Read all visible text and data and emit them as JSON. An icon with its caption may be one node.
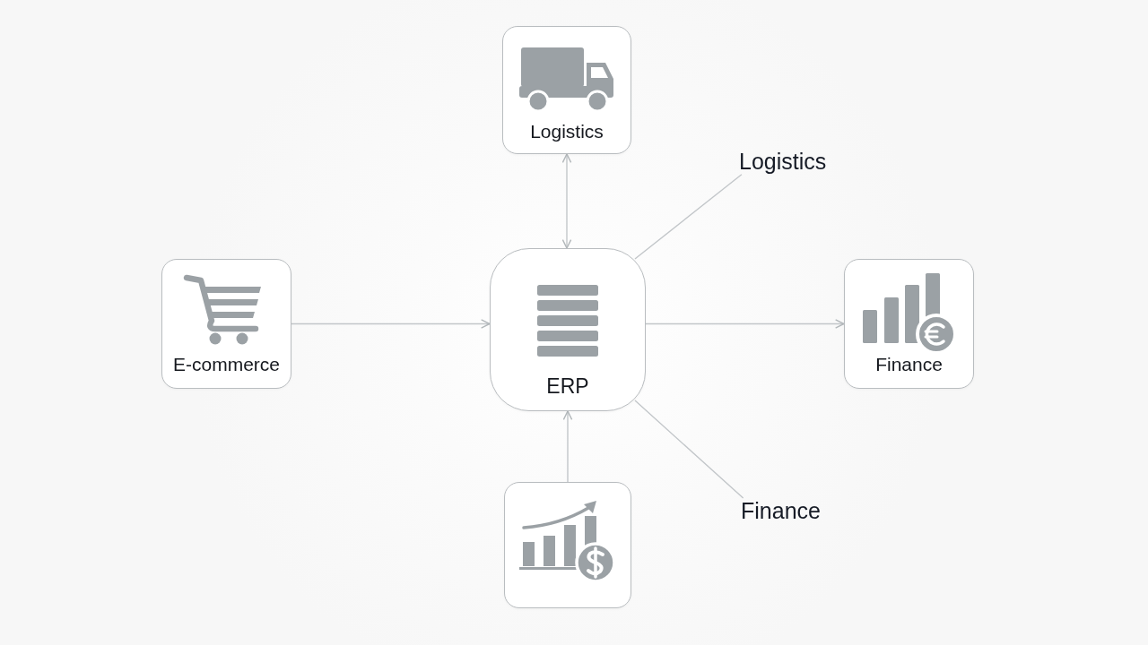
{
  "diagram": {
    "nodes": [
      {
        "text": [
          "Logistics"
        ]
      },
      {
        "text": [
          "Logistics"
        ]
      },
      {
        "text": [
          "E-commerce"
        ]
      },
      {
        "text": [
          "ERP"
        ]
      },
      {
        "text": [
          "Finance"
        ]
      },
      {
        "text": [],
        "shape": "box"
      },
      {
        "text": [
          "Finance"
        ]
      }
    ],
    "edges": [
      {
        "from": 0,
        "to": 3,
        "arrow": "both"
      },
      {
        "from": 1,
        "to": 3,
        "arrow": "none"
      },
      {
        "from": 2,
        "to": 3,
        "arrow": "to"
      },
      {
        "from": 3,
        "to": 4,
        "arrow": "to"
      },
      {
        "from": 5,
        "to": 3,
        "arrow": "to"
      },
      {
        "from": 6,
        "to": 3,
        "arrow": "none"
      }
    ]
  }
}
